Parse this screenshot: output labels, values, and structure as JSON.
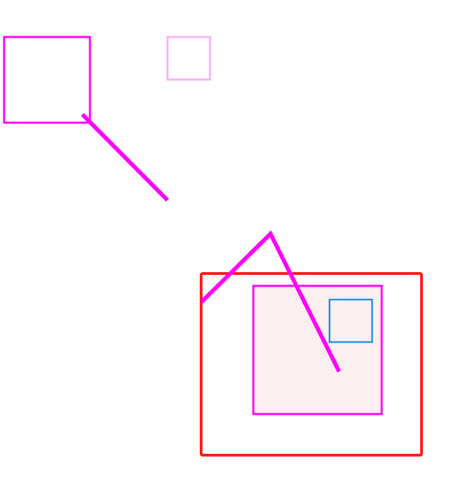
{
  "canvas": {
    "background": "#ffffff"
  },
  "colors": {
    "magenta": "#ff00ff",
    "light_magenta": "#f7b3f7",
    "red": "#ff1a1a",
    "blue": "#1e8fe6",
    "pink_fill": "#fcefef"
  },
  "shapes": [
    {
      "kind": "rectangle",
      "name": "magenta-square-top-left",
      "stroke": "magenta",
      "fill": "none"
    },
    {
      "kind": "rectangle",
      "name": "light-magenta-square-top",
      "stroke": "light_magenta",
      "fill": "none"
    },
    {
      "kind": "line",
      "name": "magenta-diagonal-line",
      "stroke": "magenta"
    },
    {
      "kind": "polyline",
      "name": "magenta-angle-line",
      "stroke": "magenta"
    },
    {
      "kind": "rectangle",
      "name": "red-outer-rectangle",
      "stroke": "red",
      "fill": "none"
    },
    {
      "kind": "rectangle",
      "name": "magenta-inner-filled-square",
      "stroke": "magenta",
      "fill": "pink_fill"
    },
    {
      "kind": "rectangle",
      "name": "blue-small-square",
      "stroke": "blue",
      "fill": "none"
    }
  ]
}
